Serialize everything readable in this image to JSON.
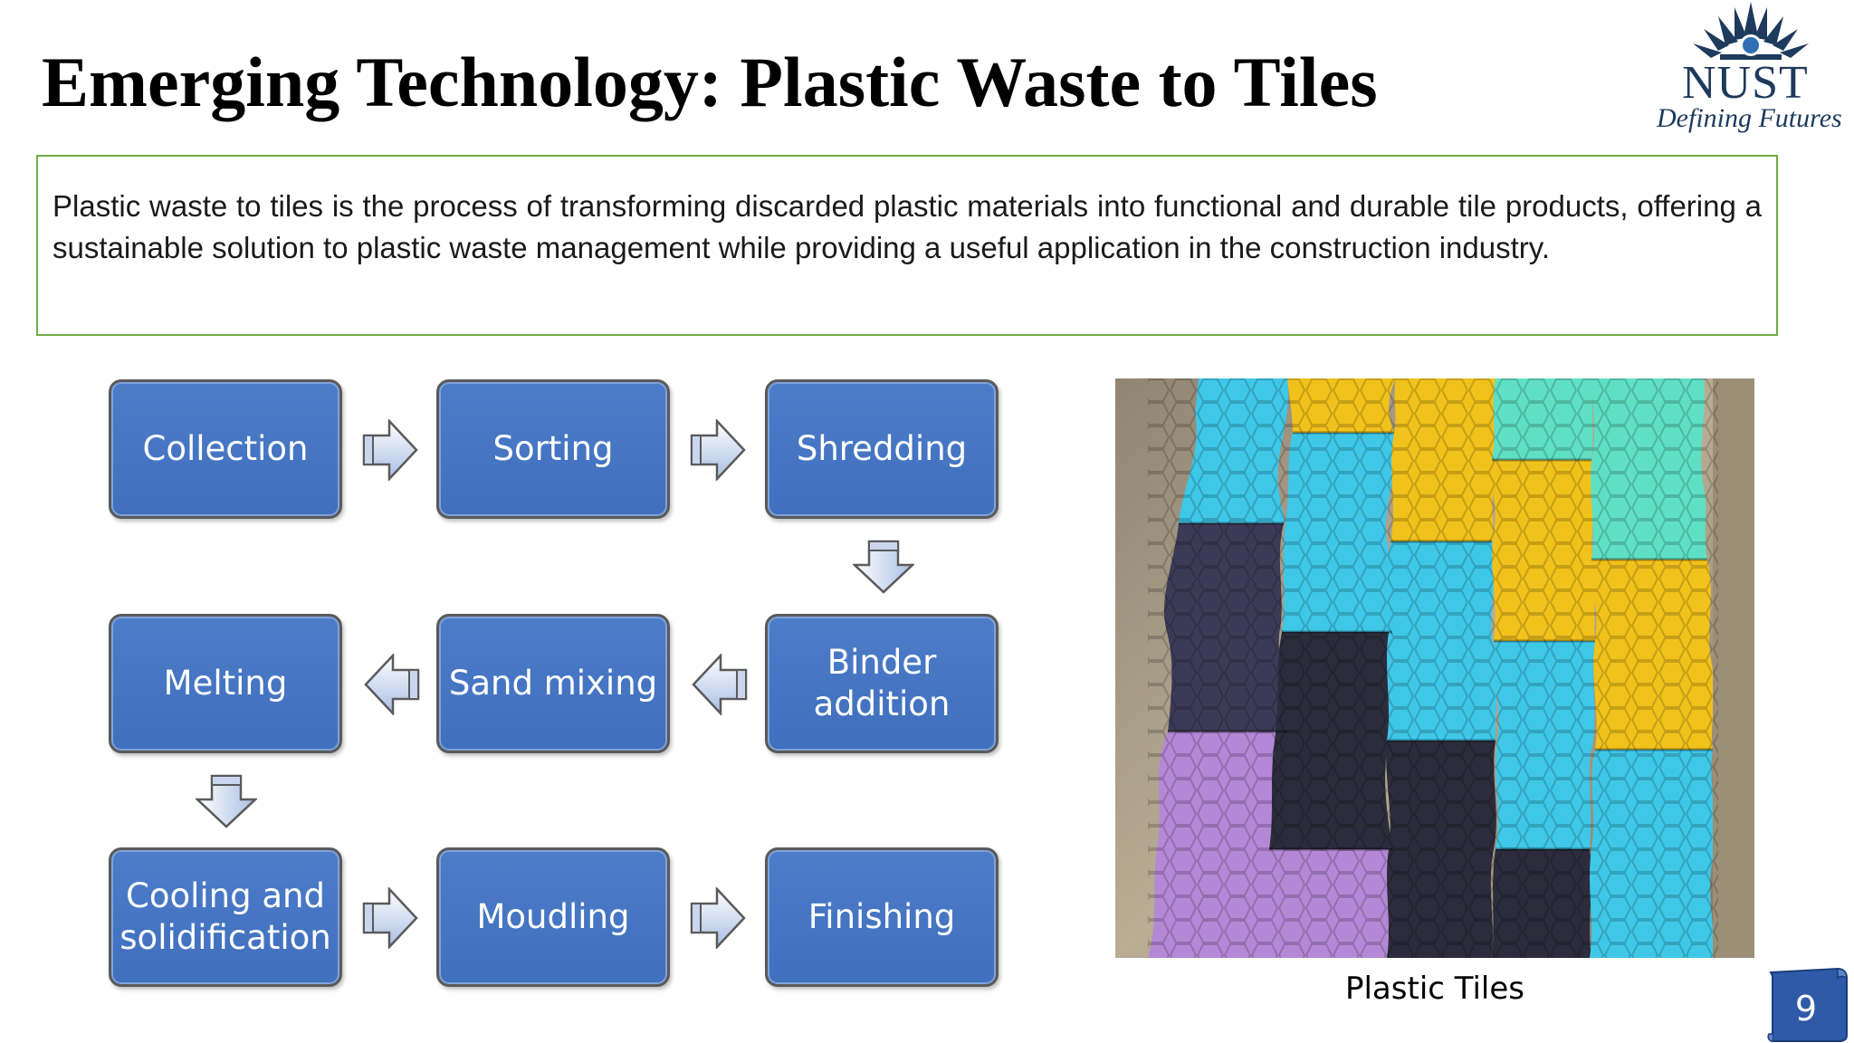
{
  "slide": {
    "title": "Emerging Technology: Plastic Waste to Tiles",
    "description": "Plastic waste to tiles is the process of transforming discarded plastic materials into functional and durable tile products, offering a sustainable solution to plastic waste management while providing a useful application in the construction industry.",
    "page_number": "9"
  },
  "logo": {
    "name": "NUST",
    "tagline": "Defining Futures",
    "color": "#1e3a5c"
  },
  "flow": {
    "steps": [
      {
        "label": "Collection"
      },
      {
        "label": "Sorting"
      },
      {
        "label": "Shredding"
      },
      {
        "label": "Binder addition"
      },
      {
        "label": "Sand mixing"
      },
      {
        "label": "Melting"
      },
      {
        "label": "Cooling and solidification"
      },
      {
        "label": "Moudling"
      },
      {
        "label": "Finishing"
      }
    ],
    "box_color": "#4472c4",
    "arrow_color": "#b4c7e7"
  },
  "photo": {
    "caption": "Plastic Tiles"
  },
  "colors": {
    "box_border": "#70ad47",
    "page_badge": "#2e5aa8"
  }
}
